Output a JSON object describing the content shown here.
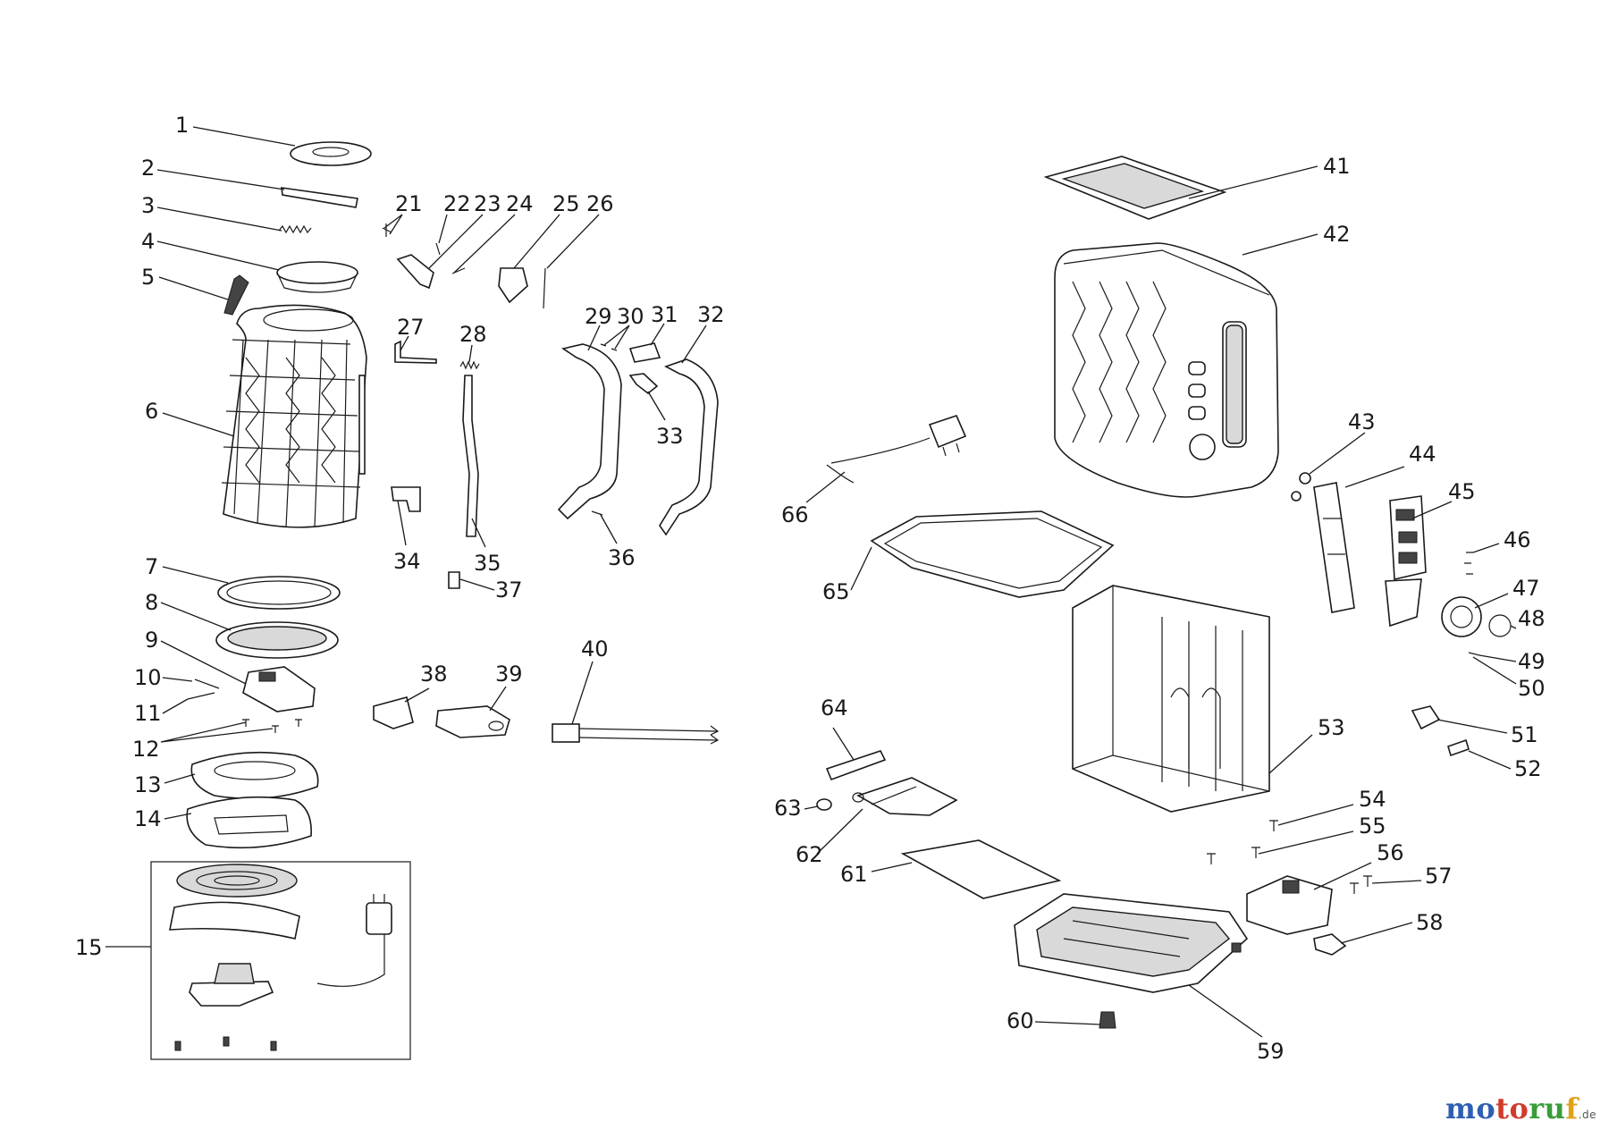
{
  "labels": {
    "p1": "1",
    "p2": "2",
    "p3": "3",
    "p4": "4",
    "p5": "5",
    "p6": "6",
    "p7": "7",
    "p8": "8",
    "p9": "9",
    "p10": "10",
    "p11": "11",
    "p12": "12",
    "p13": "13",
    "p14": "14",
    "p15": "15",
    "p21": "21",
    "p22": "22",
    "p23": "23",
    "p24": "24",
    "p25": "25",
    "p26": "26",
    "p27": "27",
    "p28": "28",
    "p29": "29",
    "p30": "30",
    "p31": "31",
    "p32": "32",
    "p33": "33",
    "p34": "34",
    "p35": "35",
    "p36": "36",
    "p37": "37",
    "p38": "38",
    "p39": "39",
    "p40": "40",
    "p41": "41",
    "p42": "42",
    "p43": "43",
    "p44": "44",
    "p45": "45",
    "p46": "46",
    "p47": "47",
    "p48": "48",
    "p49": "49",
    "p50": "50",
    "p51": "51",
    "p52": "52",
    "p53": "53",
    "p54": "54",
    "p55": "55",
    "p56": "56",
    "p57": "57",
    "p58": "58",
    "p59": "59",
    "p60": "60",
    "p61": "61",
    "p62": "62",
    "p63": "63",
    "p64": "64",
    "p65": "65",
    "p66": "66"
  },
  "watermark": {
    "brand_part1": "mo",
    "brand_part2": "to",
    "brand_part3": "ru",
    "brand_part4": "f",
    "brand_suffix": ".de"
  }
}
